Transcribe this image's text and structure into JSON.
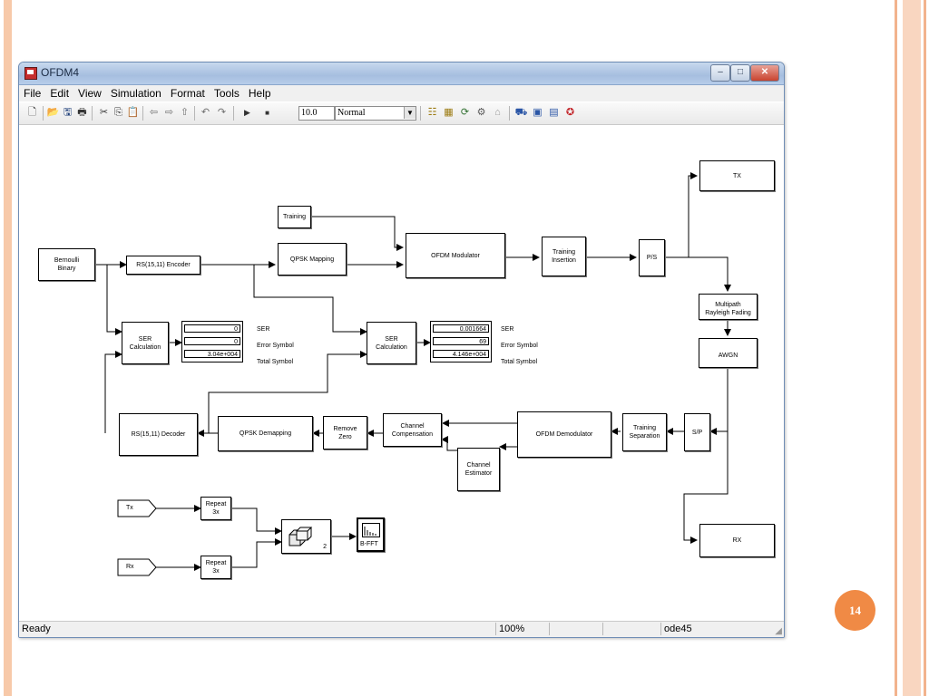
{
  "window": {
    "title": "OFDM4",
    "minimize": "–",
    "maximize": "□",
    "close": "✕"
  },
  "menu": [
    "File",
    "Edit",
    "View",
    "Simulation",
    "Format",
    "Tools",
    "Help"
  ],
  "toolbar": {
    "stop_time": "10.0",
    "sim_mode": "Normal",
    "icons": [
      "new-icon",
      "open-icon",
      "save-icon",
      "print-icon",
      "cut-icon",
      "copy-icon",
      "paste-icon",
      "back-icon",
      "forward-icon",
      "up-icon",
      "undo-icon",
      "redo-icon",
      "start-icon",
      "stop-icon",
      "model-explorer-icon",
      "library-browser-icon",
      "update-diagram-icon",
      "build-icon",
      "debug-icon",
      "advisor-icon"
    ]
  },
  "status": {
    "state": "Ready",
    "zoom": "100%",
    "solver": "ode45"
  },
  "blocks": {
    "bernoulli": "Bernoulli\nBinary",
    "rs_encoder": "RS(15,11) Encoder",
    "training": "Training",
    "qpsk_mapping": "QPSK Mapping",
    "ofdm_modulator": "OFDM Modulator",
    "training_insertion": "Training\nInsertion",
    "ps": "P/S",
    "tx_goto": "TX",
    "multipath": "Multipath\nRayleigh Fading",
    "awgn": "AWGN",
    "sp": "S/P",
    "training_separation": "Training\nSeparation",
    "ofdm_demodulator": "OFDM Demodulator",
    "channel_compensation": "Channel\nCompensation",
    "channel_estimator": "Channel\nEstimator",
    "remove_zero": "Remove\nZero",
    "qpsk_demapping": "QPSK Demapping",
    "rs_decoder": "RS(15,11) Decoder",
    "ser_calc1": "SER\nCalculation",
    "ser_calc2": "SER\nCalculation",
    "rx_goto": "RX",
    "tx_from": "Tx",
    "rx_from": "Rx",
    "repeat1": "Repeat\n3x",
    "repeat2": "Repeat\n3x",
    "matrix_concat_count": "2",
    "bfft": "B-FFT"
  },
  "displays": {
    "display1": {
      "values": [
        "0",
        "0",
        "3.04e+004"
      ]
    },
    "display2": {
      "values": [
        "0.001664",
        "69",
        "4.146e+004"
      ]
    },
    "labels": [
      "SER",
      "Error Symbol",
      "Total Symbol"
    ]
  },
  "slide": {
    "page_number": "14",
    "accent": "#f08a45",
    "border_color": "#f7c9a9"
  }
}
